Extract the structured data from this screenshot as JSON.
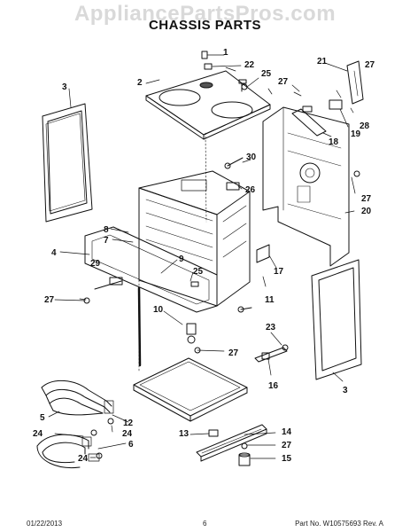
{
  "watermark": "AppliancePartsPros.com",
  "title": "CHASSIS PARTS",
  "callouts": {
    "c1": "1",
    "c2": "2",
    "c3a": "3",
    "c3b": "3",
    "c4": "4",
    "c5": "5",
    "c6": "6",
    "c7": "7",
    "c8": "8",
    "c9": "9",
    "c10": "10",
    "c11": "11",
    "c12": "12",
    "c13": "13",
    "c14": "14",
    "c15": "15",
    "c16": "16",
    "c17": "17",
    "c18": "18",
    "c19": "19",
    "c20": "20",
    "c21": "21",
    "c22": "22",
    "c23": "23",
    "c24a": "24",
    "c24b": "24",
    "c24c": "24",
    "c25a": "25",
    "c25b": "25",
    "c26": "26",
    "c27a": "27",
    "c27b": "27",
    "c27c": "27",
    "c27d": "27",
    "c27e": "27",
    "c27f": "27",
    "c28": "28",
    "c29": "29",
    "c30": "30"
  },
  "footer": {
    "date": "01/22/2013",
    "page": "6",
    "part_number": "Part No. W10575693  Rev. A"
  }
}
